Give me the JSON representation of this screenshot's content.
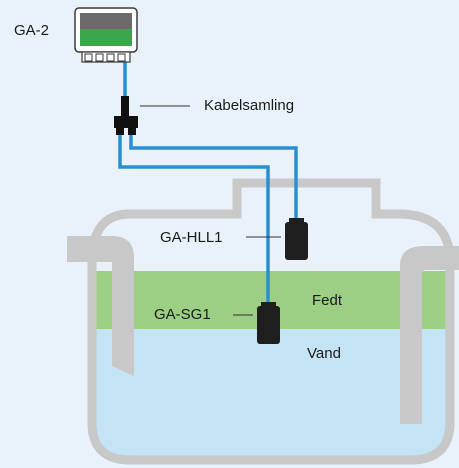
{
  "labels": {
    "controller": "GA-2",
    "junction": "Kabelsamling",
    "hll_sensor": "GA-HLL1",
    "sg_sensor": "GA-SG1",
    "fat_layer": "Fedt",
    "water_layer": "Vand"
  },
  "colors": {
    "background": "#e9f2fa",
    "tank_outline": "#c8c8c8",
    "fat": "#9dcf85",
    "water": "#c4e3f4",
    "cable": "#2a8fd0",
    "sensor": "#1e1e1e",
    "display_top": "#6b6b6b",
    "display_bottom": "#3aa84a"
  }
}
